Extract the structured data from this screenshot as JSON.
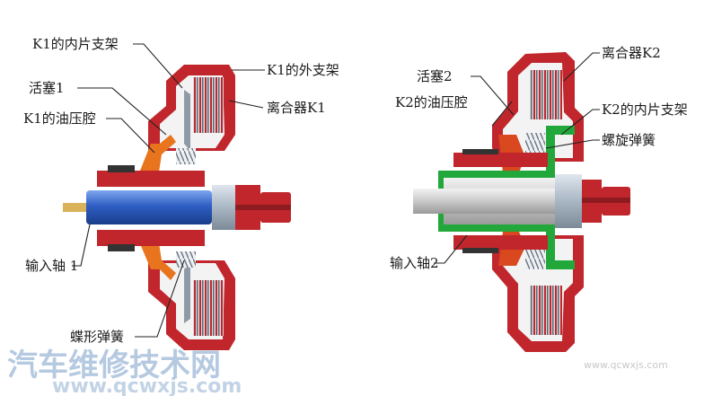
{
  "left_clutch": {
    "labels": {
      "k1_inner_carrier": "K1的内片支架",
      "piston1": "活塞1",
      "k1_oil_chamber": "K1的油压腔",
      "k1_outer_carrier": "K1的外支架",
      "clutch_k1": "离合器K1",
      "input_shaft1": "输入轴 1",
      "disc_spring": "蝶形弹簧"
    }
  },
  "right_clutch": {
    "labels": {
      "piston2": "活塞2",
      "clutch_k2": "离合器K2",
      "k2_oil_chamber": "K2的油压腔",
      "k2_inner_carrier": "K2的内片支架",
      "coil_spring": "螺旋弹簧",
      "input_shaft2": "输入轴2"
    }
  },
  "watermark": {
    "title": "汽车维修技术网",
    "url": "www.qcwxjs.com"
  },
  "colors": {
    "housing_red": "#c0262b",
    "piston_orange": "#e8741e",
    "shaft_blue": "#2f5fc4",
    "shaft_green": "#22a83a",
    "steel_grey": "#8e9aa6",
    "spring_grey": "#9aa3ac"
  }
}
